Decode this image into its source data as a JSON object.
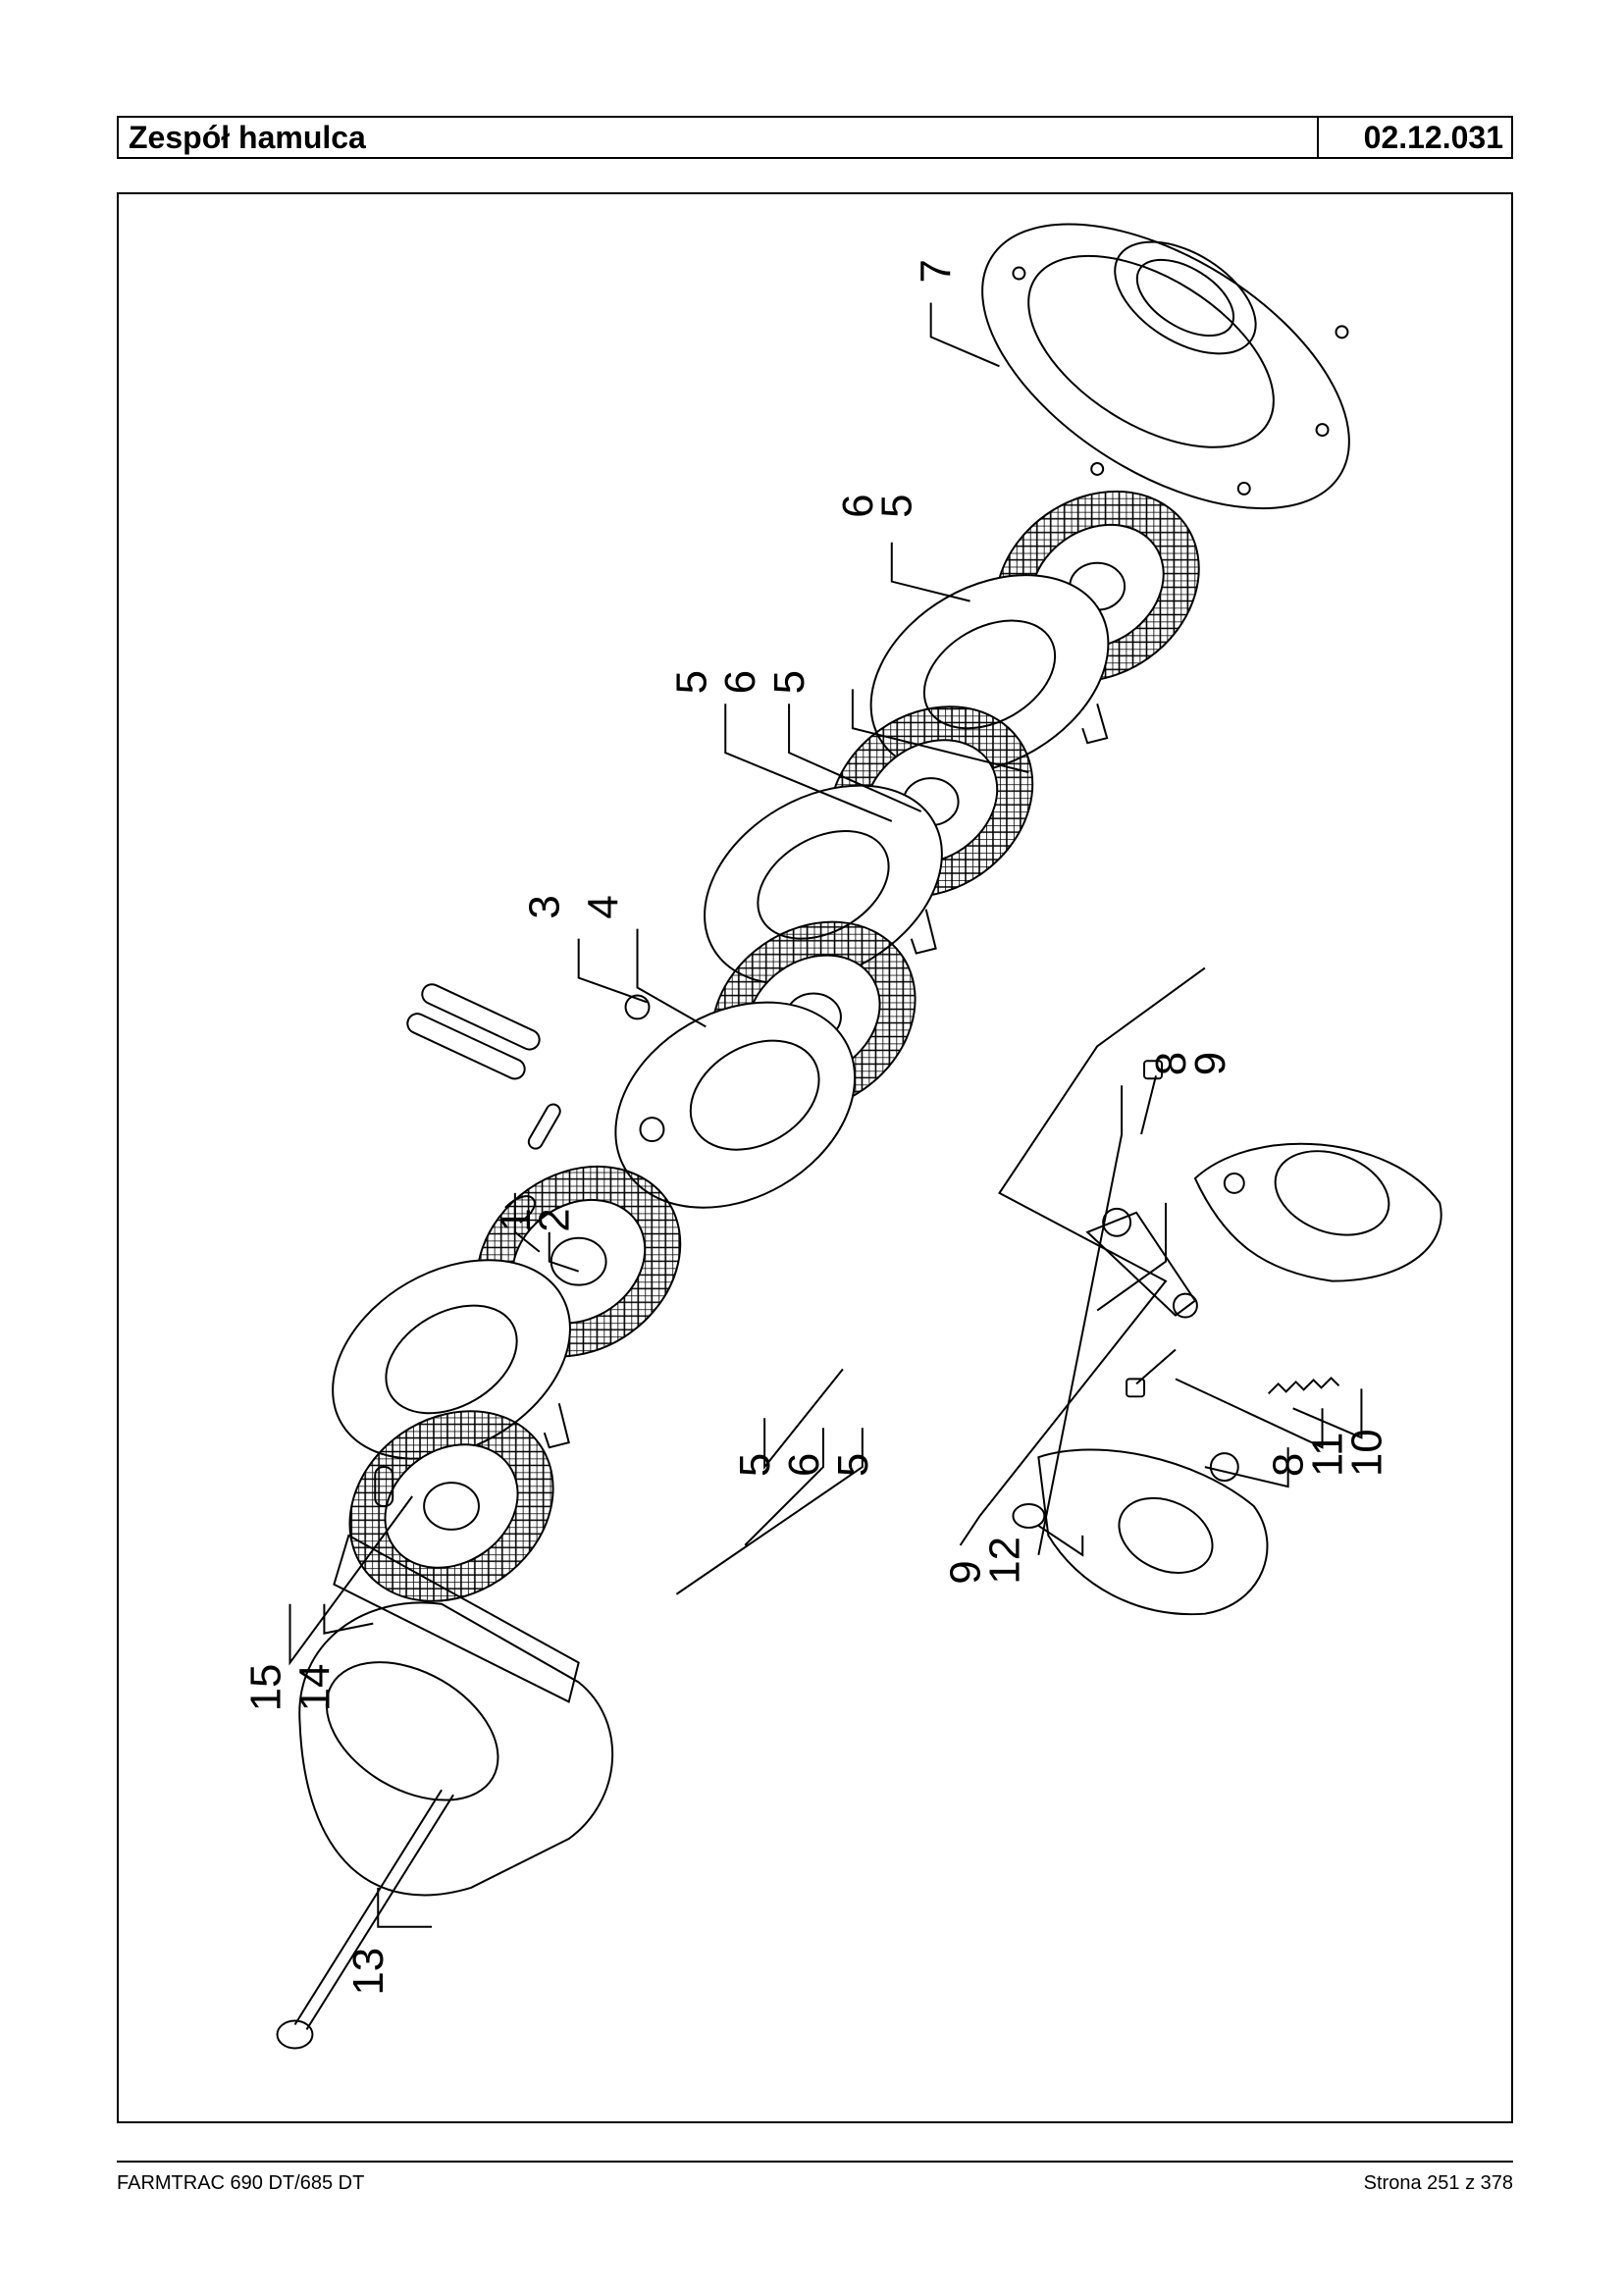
{
  "header": {
    "title": "Zespół hamulca",
    "code": "02.12.031"
  },
  "callouts": [
    "1",
    "2",
    "3",
    "4",
    "5",
    "6",
    "7",
    "8",
    "9",
    "10",
    "11",
    "12",
    "13",
    "14",
    "15"
  ],
  "footer": {
    "left": "FARMTRAC 690 DT/685 DT",
    "right": "Strona 251 z 378"
  }
}
